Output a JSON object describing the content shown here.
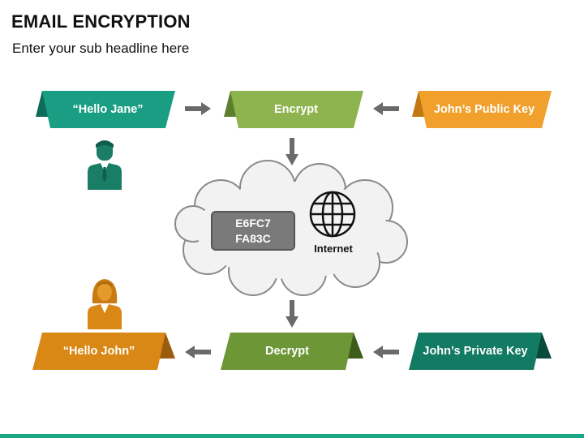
{
  "title": "EMAIL ENCRYPTION",
  "subtitle": "Enter your sub headline here",
  "colors": {
    "green": "#1a9e83",
    "green_fold": "#0e6b57",
    "lime": "#8db44e",
    "lime_fold": "#5d7f2d",
    "orange": "#f0a02b",
    "orange_fold": "#c27810",
    "brown_orange": "#d98816",
    "brown_fold": "#9b5c0d",
    "teal": "#137a63",
    "teal_fold": "#0a4a3b",
    "arrow_gray": "#6a6a6a",
    "cloud_fill": "#f2f2f2",
    "cloud_stroke": "#8a8a8a",
    "footer": "#1aa784"
  },
  "banners": {
    "hello_jane": "“Hello Jane”",
    "encrypt": "Encrypt",
    "public_key": "John’s Public Key",
    "hello_john": "“Hello John”",
    "decrypt": "Decrypt",
    "private_key": "John’s Private Key"
  },
  "cloud": {
    "cipher_line1": "E6FC7",
    "cipher_line2": "FA83C",
    "internet_label": "Internet",
    "globe_icon": "globe-icon"
  },
  "icons": {
    "sender": "male-user-icon",
    "receiver": "female-user-icon",
    "arrow": "arrow-icon"
  }
}
